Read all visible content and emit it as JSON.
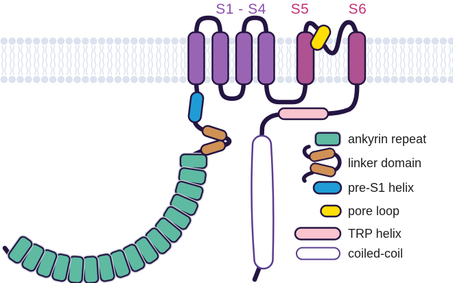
{
  "helix_labels": {
    "s1_s4": "S1 - S4",
    "s5": "S5",
    "s6": "S6"
  },
  "membrane": {
    "rows": 2,
    "lipids_per_row": 56
  },
  "structure": {
    "ankyrin_repeat_count": 17,
    "helices": [
      "S1",
      "S2",
      "S3",
      "S4",
      "S5",
      "S6"
    ],
    "n_terminus": "ankyrin repeat arc",
    "c_terminus": "coiled-coil tail"
  },
  "colors": {
    "chain": "#241542",
    "membrane_lipid": "#dce2ee",
    "membrane_tail": "#e0e5f0",
    "helix_s1s4": "#9a64b4",
    "helix_s5s6": "#ae5291",
    "pre_s1": "#1f9cd6",
    "linker": "#d09155",
    "pore_loop": "#ffdf06",
    "trp_helix": "#f9c4ce",
    "coiled_coil_fill": "#ffffff",
    "coiled_coil_stroke": "#5a3d8f",
    "ankyrin": "#5fbaa2",
    "ankyrin_halo": "#c9ced9",
    "label_s1s4": "#8b4fae",
    "label_s5": "#c23377",
    "label_s6": "#c23377",
    "legend_text": "#1c1c1c"
  },
  "legend": {
    "items": [
      {
        "id": "ankyrin-repeat",
        "label": "ankyrin repeat",
        "color": "#5fbaa2"
      },
      {
        "id": "linker-domain",
        "label": "linker domain",
        "color": "#d09155"
      },
      {
        "id": "pre-s1-helix",
        "label": "pre-S1 helix",
        "color": "#1f9cd6"
      },
      {
        "id": "pore-loop",
        "label": "pore loop",
        "color": "#ffdf06"
      },
      {
        "id": "trp-helix",
        "label": "TRP helix",
        "color": "#f9c4ce"
      },
      {
        "id": "coiled-coil",
        "label": "coiled-coil",
        "color": "#ffffff"
      }
    ]
  }
}
